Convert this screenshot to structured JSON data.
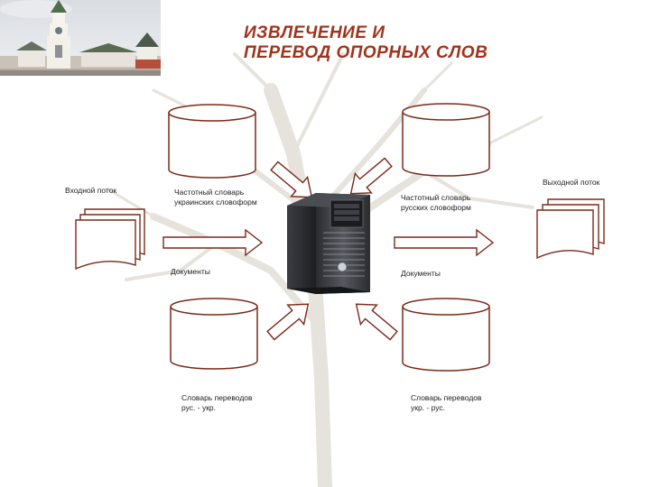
{
  "title": {
    "line1": "ИЗВЛЕЧЕНИЕ И",
    "line2": "ПЕРЕВОД ОПОРНЫХ СЛОВ"
  },
  "labels": {
    "input_stream": "Входной поток",
    "output_stream": "Выходной поток",
    "ukr_freq_line1": "Частотный словарь",
    "ukr_freq_line2": "украинских словоформ",
    "rus_freq_line1": "Частотный словарь",
    "rus_freq_line2": "русских словоформ",
    "docs_left": "Документы",
    "docs_right": "Документы",
    "dict_rus_ukr_line1": "Словарь переводов",
    "dict_rus_ukr_line2": "рус. - укр.",
    "dict_ukr_rus_line1": "Словарь переводов",
    "dict_ukr_rus_line2": "укр. - рус."
  },
  "colors": {
    "accent": "#a0331c",
    "stroke": "#7a2a18",
    "background": "#ffffff"
  }
}
